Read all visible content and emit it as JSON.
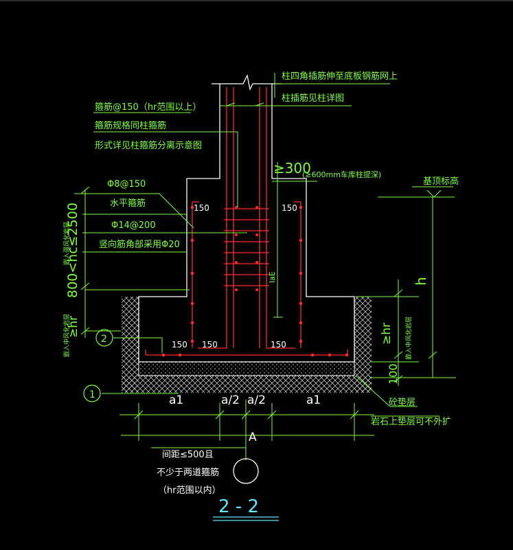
{
  "colors": {
    "background": "#000000",
    "annotation": "#7cff3a",
    "structure": "#ffffff",
    "rebar": "#ff2a2a",
    "title": "#5fe8ff"
  },
  "notes": {
    "column_bars_to_mesh": "柱四角插筋伸至底板钢筋网上",
    "column_bars_see_detail": "柱插筋见柱详图",
    "stirrup_spacing": "箍筋@150（hr范围以上）",
    "stirrup_spec": "箍筋规格同柱箍筋",
    "stirrup_form": "形式详见柱箍筋分离示意图",
    "min_300": "≥300",
    "car_column_note": "(≥600mm车库柱提深)",
    "horizontal_bar_spec": "Φ8@150",
    "horizontal_bar_label": "水平箍筋",
    "vertical_bar_spec": "Φ14@200",
    "vertical_bar_note": "竖向筋角部采用Φ20",
    "top_elevation": "基顶标高",
    "lae": "laE",
    "dim_150_a": "150",
    "dim_150_b": "150",
    "dim_150_c": "150",
    "dim_150_d": "150",
    "dim_150_e": "150",
    "range_left": "800<hc≤2500",
    "embed_left": "嵌入中风化岩层",
    "embed_left_top": "嵌入强风化岩层",
    "hr_left": "≥hr",
    "hr_right": "≥hr",
    "embed_right": "嵌入中风化岩层",
    "h": "h",
    "d100": "100",
    "cushion": "砼垫层",
    "cushion_rock": "岩石上垫层可不外扩",
    "a1_left": "a1",
    "a2_left": "a/2",
    "a2_right": "a/2",
    "a1_right": "a1",
    "view_a": "A",
    "spacing_note": "间距≤500且",
    "min_two": "不少于两道箍筋",
    "hr_range": "（hr范围以内）",
    "callout_1": "1",
    "callout_2": "2",
    "section_title": "2 - 2"
  }
}
